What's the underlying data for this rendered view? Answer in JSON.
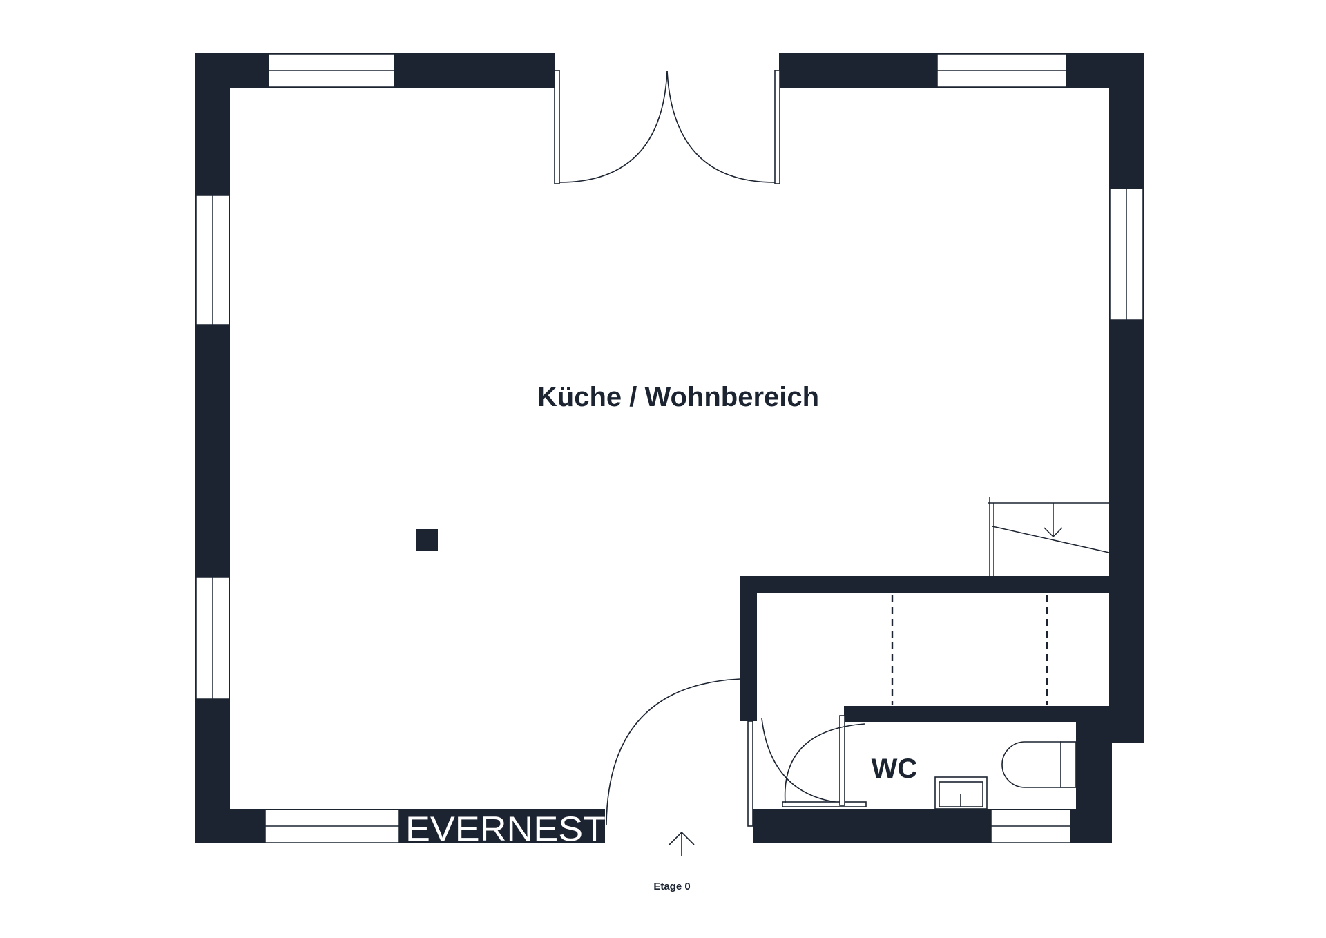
{
  "colors": {
    "wall": "#1c2431",
    "line": "#1c2431",
    "background": "#ffffff",
    "window_fill": "#ffffff"
  },
  "rooms": {
    "main": {
      "label": "Küche / Wohnbereich"
    },
    "wc": {
      "label": "WC"
    }
  },
  "brand": {
    "text": "EVERNEST"
  },
  "compass": {
    "icon": "north-arrow-icon"
  },
  "floor": {
    "label": "Etage 0"
  }
}
